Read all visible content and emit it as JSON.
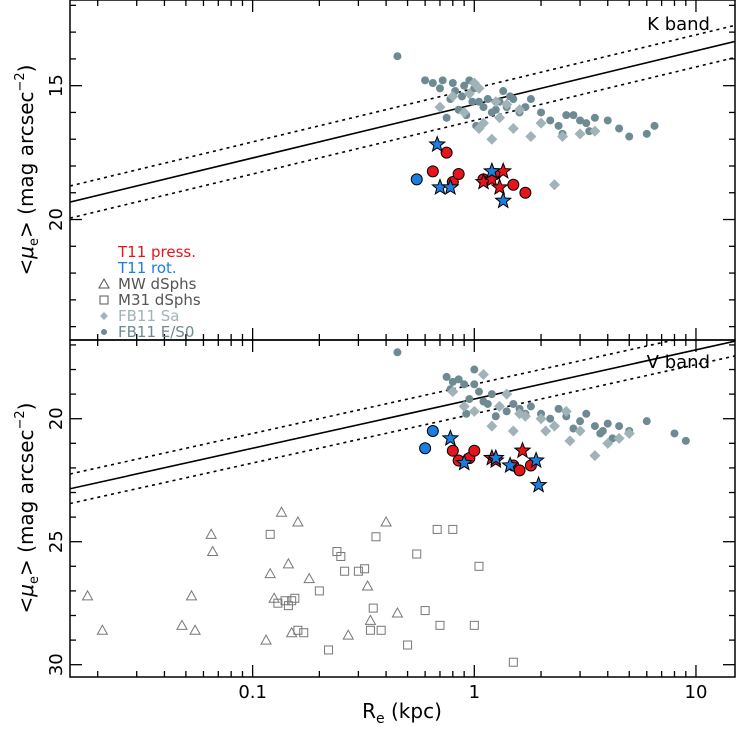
{
  "figure": {
    "xlabel_main": "R",
    "xlabel_sub": "e",
    "xlabel_unit": " (kpc)",
    "ylabel_open": "<",
    "ylabel_mu": "μ",
    "ylabel_sub": "e",
    "ylabel_close": "> (mag arcsec",
    "ylabel_exp": "−2",
    "ylabel_end": ")"
  },
  "legend": [
    {
      "label": "T11 press.",
      "color": "#e8141c",
      "marker": "none"
    },
    {
      "label": "T11 rot.",
      "color": "#1a7fe0",
      "marker": "none"
    },
    {
      "label": "MW dSphs",
      "color": "#555555",
      "marker": "triangle"
    },
    {
      "label": "M31 dSphs",
      "color": "#555555",
      "marker": "square"
    },
    {
      "label": "FB11 Sa",
      "color": "#9fb3b8",
      "marker": "diamond"
    },
    {
      "label": "FB11 E/S0",
      "color": "#6e8a92",
      "marker": "circle"
    }
  ],
  "colors": {
    "press": "#e8141c",
    "rot": "#1a7fe0",
    "sa": "#9fb3b8",
    "es0": "#6e8a92",
    "dsph": "#777777"
  },
  "chart_data": [
    {
      "type": "scatter",
      "title": "K band",
      "x_scale": "log",
      "xlim": [
        0.015,
        15
      ],
      "ylim": [
        24.5,
        11.8
      ],
      "x_ticks": [
        0.1,
        1,
        10
      ],
      "x_tick_labels": [
        "0.1",
        "1",
        "10"
      ],
      "y_ticks": [
        15,
        20
      ],
      "y_tick_labels": [
        "15",
        "20"
      ],
      "relation": {
        "y_at_R1": 15.7,
        "slope": -2.0,
        "scatter": 0.6
      },
      "series": [
        {
          "name": "FB11 E/S0",
          "marker": "circle",
          "style": "es0",
          "x": [
            0.45,
            0.6,
            0.65,
            0.7,
            0.72,
            0.8,
            0.82,
            0.9,
            0.95,
            0.98,
            1.0,
            1.05,
            1.1,
            1.15,
            1.2,
            1.3,
            1.4,
            0.75,
            0.78,
            0.85,
            0.88,
            0.92,
            1.25,
            1.5,
            1.6,
            1.7,
            1.8,
            2.0,
            2.2,
            2.4,
            2.6,
            3.0,
            3.2,
            3.5,
            4.0,
            4.5,
            5.0,
            6.0,
            6.5,
            2.5,
            2.8,
            3.3,
            1.35,
            1.45,
            1.02
          ],
          "y": [
            13.9,
            14.8,
            14.9,
            15.1,
            14.8,
            14.9,
            15.2,
            15.0,
            14.8,
            15.6,
            15.1,
            15.6,
            15.8,
            15.5,
            16.0,
            15.6,
            15.8,
            16.2,
            15.5,
            15.9,
            15.4,
            16.1,
            15.9,
            15.5,
            16.0,
            15.8,
            15.5,
            16.0,
            16.3,
            16.5,
            16.1,
            16.3,
            16.4,
            16.2,
            16.3,
            16.6,
            16.9,
            16.8,
            16.5,
            16.8,
            16.1,
            16.7,
            15.2,
            15.4,
            16.5
          ]
        },
        {
          "name": "FB11 Sa",
          "marker": "diamond",
          "style": "sa",
          "x": [
            0.7,
            0.8,
            0.9,
            1.0,
            1.05,
            1.1,
            1.2,
            1.3,
            1.4,
            1.5,
            1.6,
            1.8,
            2.0,
            2.5,
            3.0,
            3.5,
            0.95,
            1.25,
            1.05,
            2.3
          ],
          "y": [
            15.8,
            15.4,
            16.0,
            14.9,
            16.6,
            16.4,
            17.0,
            16.2,
            15.7,
            16.6,
            15.9,
            16.9,
            16.4,
            16.9,
            16.8,
            16.7,
            15.3,
            15.6,
            15.1,
            18.7
          ]
        },
        {
          "name": "T11 press.",
          "marker": "circle",
          "style": "press",
          "x": [
            0.65,
            0.75,
            0.8,
            0.85,
            1.1,
            1.25,
            1.5,
            1.7
          ],
          "y": [
            18.2,
            17.5,
            18.6,
            18.3,
            18.5,
            18.3,
            18.7,
            19.0
          ]
        },
        {
          "name": "T11 press.",
          "marker": "star",
          "style": "press",
          "x": [
            1.1,
            1.2,
            1.3,
            1.35
          ],
          "y": [
            18.6,
            18.5,
            18.8,
            18.2
          ]
        },
        {
          "name": "T11 rot.",
          "marker": "circle",
          "style": "rot",
          "x": [
            0.55
          ],
          "y": [
            18.5
          ]
        },
        {
          "name": "T11 rot.",
          "marker": "star",
          "style": "rot",
          "x": [
            0.68,
            0.7,
            0.78,
            1.2,
            1.35
          ],
          "y": [
            17.2,
            18.8,
            18.8,
            18.2,
            19.3
          ]
        }
      ]
    },
    {
      "type": "scatter",
      "title": "V band",
      "x_scale": "log",
      "xlim": [
        0.015,
        15
      ],
      "ylim": [
        30.5,
        16.8
      ],
      "x_ticks": [
        0.1,
        1,
        10
      ],
      "x_tick_labels": [
        "0.1",
        "1",
        "10"
      ],
      "y_ticks": [
        20,
        25,
        30
      ],
      "y_tick_labels": [
        "20",
        "25",
        "30"
      ],
      "xlabel": "Re (kpc)",
      "relation": {
        "y_at_R1": 19.2,
        "slope": -2.0,
        "scatter": 0.6
      },
      "series": [
        {
          "name": "FB11 E/S0",
          "marker": "circle",
          "style": "es0",
          "x": [
            0.45,
            0.75,
            0.78,
            0.8,
            0.85,
            0.9,
            0.95,
            1.0,
            1.0,
            1.05,
            1.1,
            1.2,
            1.25,
            1.3,
            1.5,
            1.6,
            1.7,
            1.8,
            2.0,
            2.2,
            2.4,
            2.6,
            3.0,
            3.2,
            3.5,
            3.7,
            4.0,
            4.2,
            4.5,
            5.0,
            6.0,
            8.0,
            9.0,
            0.92,
            1.15,
            1.4,
            2.8,
            3.8
          ],
          "y": [
            17.3,
            18.3,
            18.8,
            18.5,
            18.4,
            18.6,
            19.2,
            18.0,
            18.6,
            18.9,
            19.3,
            19.0,
            19.9,
            19.5,
            19.4,
            19.6,
            19.8,
            19.5,
            19.8,
            20.0,
            19.6,
            19.9,
            20.1,
            19.8,
            20.3,
            20.6,
            20.2,
            20.8,
            20.3,
            20.5,
            20.1,
            20.6,
            20.9,
            19.8,
            19.4,
            19.7,
            20.4,
            20.5
          ]
        },
        {
          "name": "FB11 Sa",
          "marker": "diamond",
          "style": "sa",
          "x": [
            0.8,
            0.9,
            1.0,
            1.1,
            1.2,
            1.4,
            1.5,
            1.7,
            2.0,
            2.3,
            2.6,
            3.0,
            3.5,
            4.0,
            4.5,
            5.0,
            1.3,
            1.6,
            2.1,
            2.7
          ],
          "y": [
            18.9,
            19.5,
            19.7,
            18.2,
            20.3,
            19.0,
            20.5,
            19.9,
            20.0,
            20.3,
            19.7,
            20.5,
            21.5,
            21.0,
            20.8,
            20.6,
            19.5,
            19.8,
            20.5,
            20.9
          ]
        },
        {
          "name": "T11 press.",
          "marker": "circle",
          "style": "press",
          "x": [
            0.8,
            0.85,
            0.95,
            1.0,
            1.5,
            1.6,
            1.8
          ],
          "y": [
            21.3,
            21.7,
            21.6,
            21.3,
            21.9,
            22.1,
            21.9
          ]
        },
        {
          "name": "T11 press.",
          "marker": "star",
          "style": "press",
          "x": [
            1.2,
            1.25,
            1.65
          ],
          "y": [
            21.6,
            21.7,
            21.3
          ]
        },
        {
          "name": "T11 rot.",
          "marker": "circle",
          "style": "rot",
          "x": [
            0.6,
            0.65
          ],
          "y": [
            21.2,
            20.5
          ]
        },
        {
          "name": "T11 rot.",
          "marker": "star",
          "style": "rot",
          "x": [
            0.78,
            0.9,
            1.25,
            1.45,
            1.9,
            1.95
          ],
          "y": [
            20.8,
            21.8,
            21.6,
            21.9,
            21.7,
            22.7
          ]
        },
        {
          "name": "MW dSphs",
          "marker": "triangle",
          "style": "dsph",
          "x": [
            0.018,
            0.021,
            0.048,
            0.053,
            0.055,
            0.065,
            0.066,
            0.115,
            0.12,
            0.125,
            0.135,
            0.145,
            0.15,
            0.16,
            0.18,
            0.27,
            0.33,
            0.34,
            0.4,
            0.45
          ],
          "y": [
            27.2,
            28.6,
            28.4,
            27.2,
            28.6,
            24.7,
            25.4,
            29.0,
            26.3,
            27.3,
            23.8,
            25.9,
            28.7,
            24.2,
            26.5,
            28.8,
            26.8,
            28.2,
            24.2,
            27.9
          ]
        },
        {
          "name": "M31 dSphs",
          "marker": "square",
          "style": "dsph",
          "x": [
            0.12,
            0.13,
            0.14,
            0.145,
            0.15,
            0.155,
            0.16,
            0.17,
            0.2,
            0.22,
            0.24,
            0.25,
            0.26,
            0.3,
            0.32,
            0.34,
            0.35,
            0.36,
            0.38,
            0.55,
            0.6,
            0.68,
            0.7,
            0.8,
            1.0,
            1.05,
            1.5,
            0.5
          ],
          "y": [
            24.7,
            27.5,
            27.4,
            27.6,
            27.4,
            27.3,
            28.6,
            28.7,
            27.0,
            29.4,
            25.4,
            25.6,
            26.2,
            26.2,
            26.1,
            28.6,
            27.7,
            24.8,
            28.6,
            25.5,
            27.8,
            24.5,
            28.4,
            24.5,
            28.4,
            26.0,
            29.9,
            29.2
          ]
        }
      ]
    }
  ]
}
